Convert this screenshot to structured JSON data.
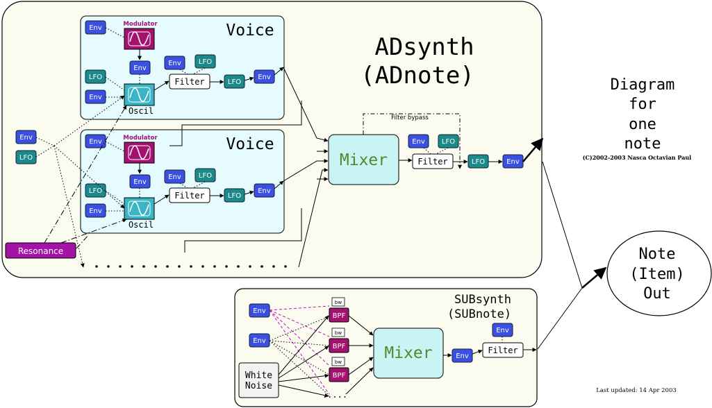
{
  "colors": {
    "env": "#3b4fe0",
    "lfo": "#1c8a8a",
    "modulator": "#a3126f",
    "oscil": "#3ab5c5",
    "mixer_fill": "#c8f4f4",
    "voice_fill": "#e6fbfd",
    "panel_fill": "#fbfbf0",
    "bpf": "#a3126f",
    "resonance": "#a412a6",
    "white_noise_fill": "#f2f2f2"
  },
  "adsynth": {
    "title_line1": "ADsynth",
    "title_line2": "(ADnote)",
    "voice_title": "Voice",
    "modulator_label": "Modulator",
    "oscil_label": "Oscil",
    "filter_label": "Filter",
    "mixer_label": "Mixer",
    "filter_bypass_label": "Filter bypass",
    "resonance_label": "Resonance",
    "env_label": "Env",
    "lfo_label": "LFO"
  },
  "subsynth": {
    "title_line1": "SUBsynth",
    "title_line2": "(SUBnote)",
    "bpf_label": "BPF",
    "bw_label": "bw",
    "mixer_label": "Mixer",
    "filter_label": "Filter",
    "white_noise_line1": "White",
    "white_noise_line2": "Noise",
    "env_label": "Env"
  },
  "caption": {
    "line1": "Diagram",
    "line2": "for",
    "line3": "one",
    "line4": "note",
    "copyright": "(C)2002-2003 Nasca Octavian Paul"
  },
  "output": {
    "line1": "Note",
    "line2": "(Item)",
    "line3": "Out"
  },
  "footer": {
    "last_updated": "Last updated: 14 Apr 2003"
  }
}
